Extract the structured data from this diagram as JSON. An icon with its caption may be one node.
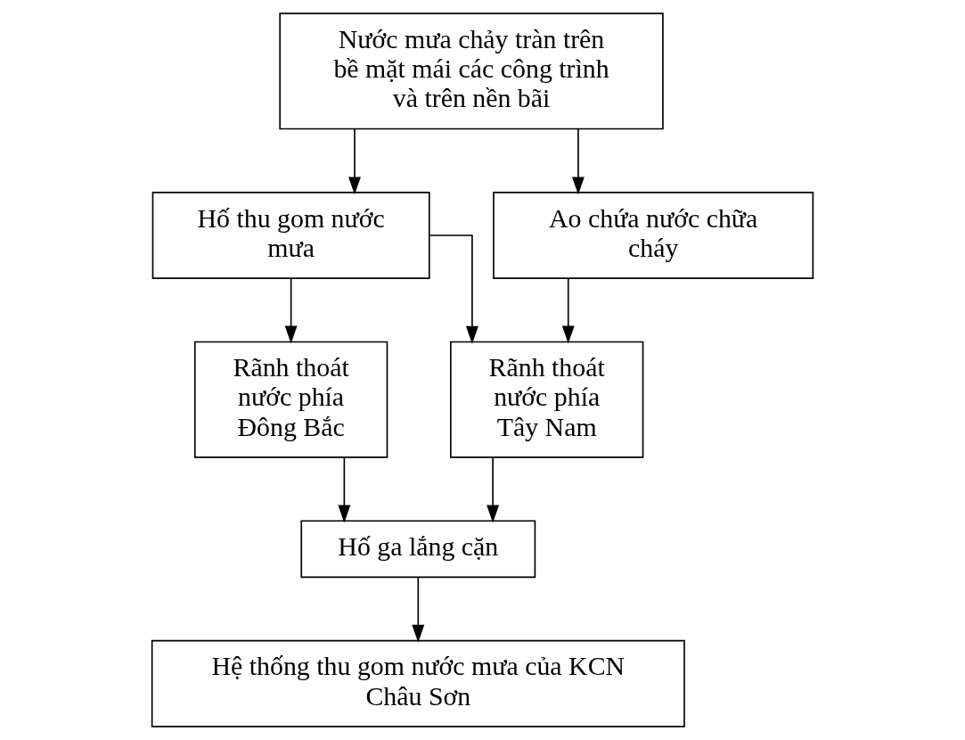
{
  "diagram": {
    "nodes": [
      {
        "text": [
          "Nước mưa chảy tràn trên bề mặt mái các công trình và trên nền bãi"
        ]
      },
      {
        "text": [
          "Hố thu gom nước mưa"
        ]
      },
      {
        "text": [
          "Ao chứa nước chữa cháy"
        ]
      },
      {
        "text": [
          "Rãnh thoát nước phía Đông Bắc"
        ]
      },
      {
        "text": [
          "Rãnh thoát nước phía Tây Nam"
        ]
      },
      {
        "text": [
          "Hố ga lắng cặn"
        ]
      },
      {
        "text": [
          "Hệ thống thu gom nước mưa của KCN Châu Sơn"
        ]
      }
    ],
    "edges": [
      {
        "from": 0,
        "to": 1,
        "arrow": "to"
      },
      {
        "from": 0,
        "to": 2,
        "arrow": "to"
      },
      {
        "from": 1,
        "to": 3,
        "arrow": "to"
      },
      {
        "from": 1,
        "to": 4,
        "arrow": "to"
      },
      {
        "from": 2,
        "to": 4,
        "arrow": "to"
      },
      {
        "from": 3,
        "to": 5,
        "arrow": "to"
      },
      {
        "from": 4,
        "to": 5,
        "arrow": "to"
      },
      {
        "from": 5,
        "to": 6,
        "arrow": "to"
      }
    ]
  }
}
